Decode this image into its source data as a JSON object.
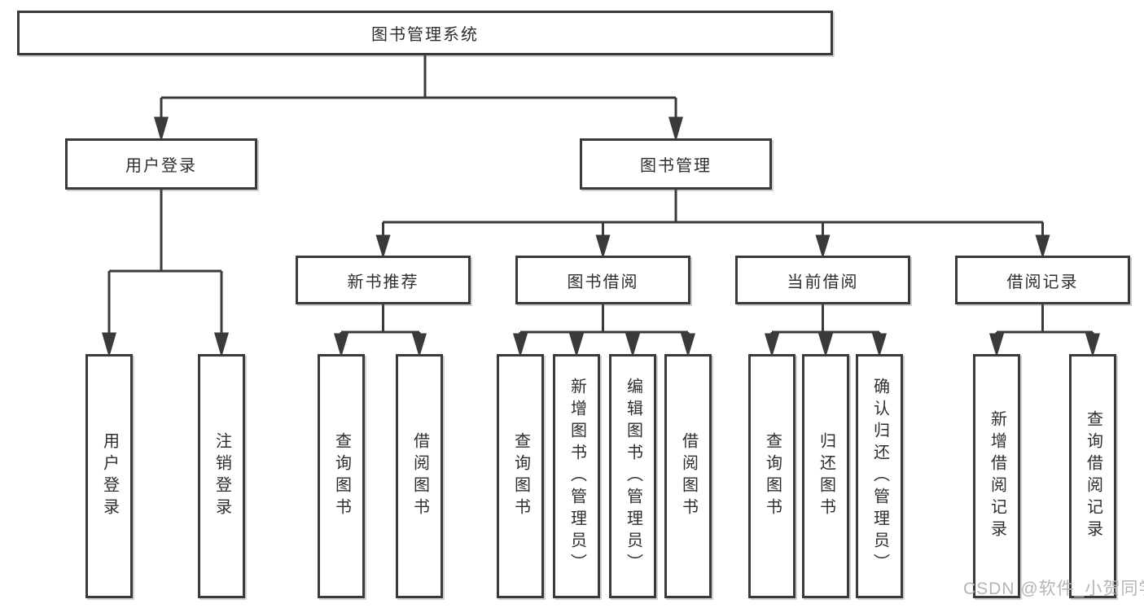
{
  "nodes": {
    "root": {
      "label": "图书管理系统"
    },
    "user_login": {
      "label": "用户登录",
      "children": {
        "login": {
          "label": "用户登录"
        },
        "logout": {
          "label": "注销登录"
        }
      }
    },
    "book_mgmt": {
      "label": "图书管理",
      "children": {
        "new_book_rec": {
          "label": "新书推荐",
          "children": {
            "query_books": {
              "label": "查询图书"
            },
            "borrow_books": {
              "label": "借阅图书"
            }
          }
        },
        "book_borrow": {
          "label": "图书借阅",
          "children": {
            "query_books": {
              "label": "查询图书"
            },
            "add_books": {
              "label": "新增图书（管理员）"
            },
            "edit_books": {
              "label": "编辑图书（管理员）"
            },
            "borrow_books": {
              "label": "借阅图书"
            }
          }
        },
        "current_borrow": {
          "label": "当前借阅",
          "children": {
            "query_books": {
              "label": "查询图书"
            },
            "return_books": {
              "label": "归还图书"
            },
            "confirm_return": {
              "label": "确认归还（管理员）"
            }
          }
        },
        "borrow_records": {
          "label": "借阅记录",
          "children": {
            "add_record": {
              "label": "新增借阅记录"
            },
            "query_record": {
              "label": "查询借阅记录"
            }
          }
        }
      }
    }
  },
  "watermark": {
    "text": "CSDN @软件_小贺同学"
  },
  "colors": {
    "background": "#ffffff",
    "line": "#3a3a3a",
    "box_border": "#3a3a3a",
    "box_fill": "#ffffff",
    "text": "#2e2e2e",
    "watermark": "#b5b5b5"
  }
}
